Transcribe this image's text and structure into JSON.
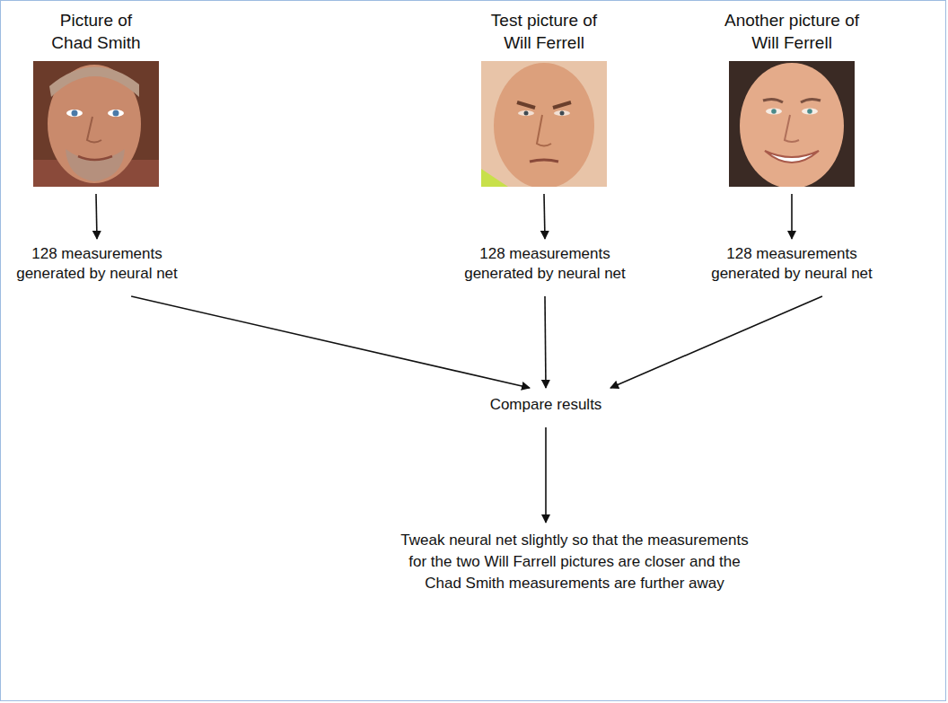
{
  "diagram": {
    "nodes": [
      {
        "text": [
          "Picture of Chad Smith"
        ]
      },
      {
        "text": [
          "Test picture of Will Ferrell"
        ]
      },
      {
        "text": [
          "Another picture of Will Ferrell"
        ]
      },
      {
        "text": [
          "128 measurements generated by neural net"
        ]
      },
      {
        "text": [
          "128 measurements generated by neural net"
        ]
      },
      {
        "text": [
          "128 measurements generated by neural net"
        ]
      },
      {
        "text": [
          "Compare results"
        ]
      },
      {
        "text": [
          "Tweak neural net slightly so that the measurements for the two Will Farrell pictures are closer and the Chad Smith measurements are further away"
        ]
      }
    ],
    "edges": [
      {
        "from": 0,
        "to": 3,
        "arrow": "to"
      },
      {
        "from": 1,
        "to": 4,
        "arrow": "to"
      },
      {
        "from": 2,
        "to": 5,
        "arrow": "to"
      },
      {
        "from": 3,
        "to": 6,
        "arrow": "to"
      },
      {
        "from": 4,
        "to": 6,
        "arrow": "to"
      },
      {
        "from": 5,
        "to": 6,
        "arrow": "to"
      },
      {
        "from": 6,
        "to": 7,
        "arrow": "to"
      }
    ]
  }
}
